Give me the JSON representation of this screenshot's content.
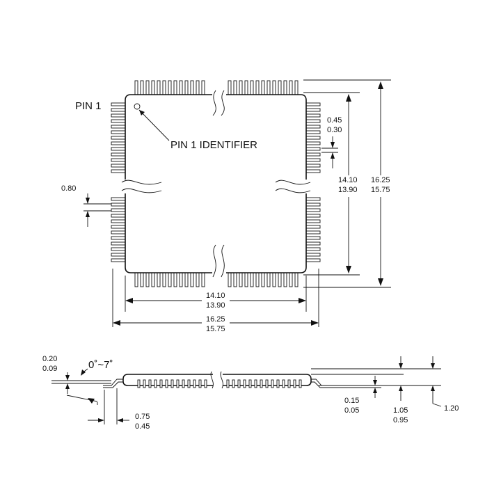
{
  "labels": {
    "pin1": "PIN 1",
    "pin1_identifier": "PIN 1 IDENTIFIER",
    "angle": "0˚~7˚"
  },
  "dims": {
    "pitch": "0.80",
    "lead_width_max": "0.45",
    "lead_width_min": "0.30",
    "body_v_max": "14.10",
    "body_v_min": "13.90",
    "overall_v_max": "16.25",
    "overall_v_min": "15.75",
    "body_h_max": "14.10",
    "body_h_min": "13.90",
    "overall_h_max": "16.25",
    "overall_h_min": "15.75",
    "lead_thick_max": "0.20",
    "lead_thick_min": "0.09",
    "foot_max": "0.75",
    "foot_min": "0.45",
    "standoff_max": "0.15",
    "standoff_min": "0.05",
    "body_thick_max": "1.05",
    "body_thick_min": "0.95",
    "total_height": "1.20"
  }
}
